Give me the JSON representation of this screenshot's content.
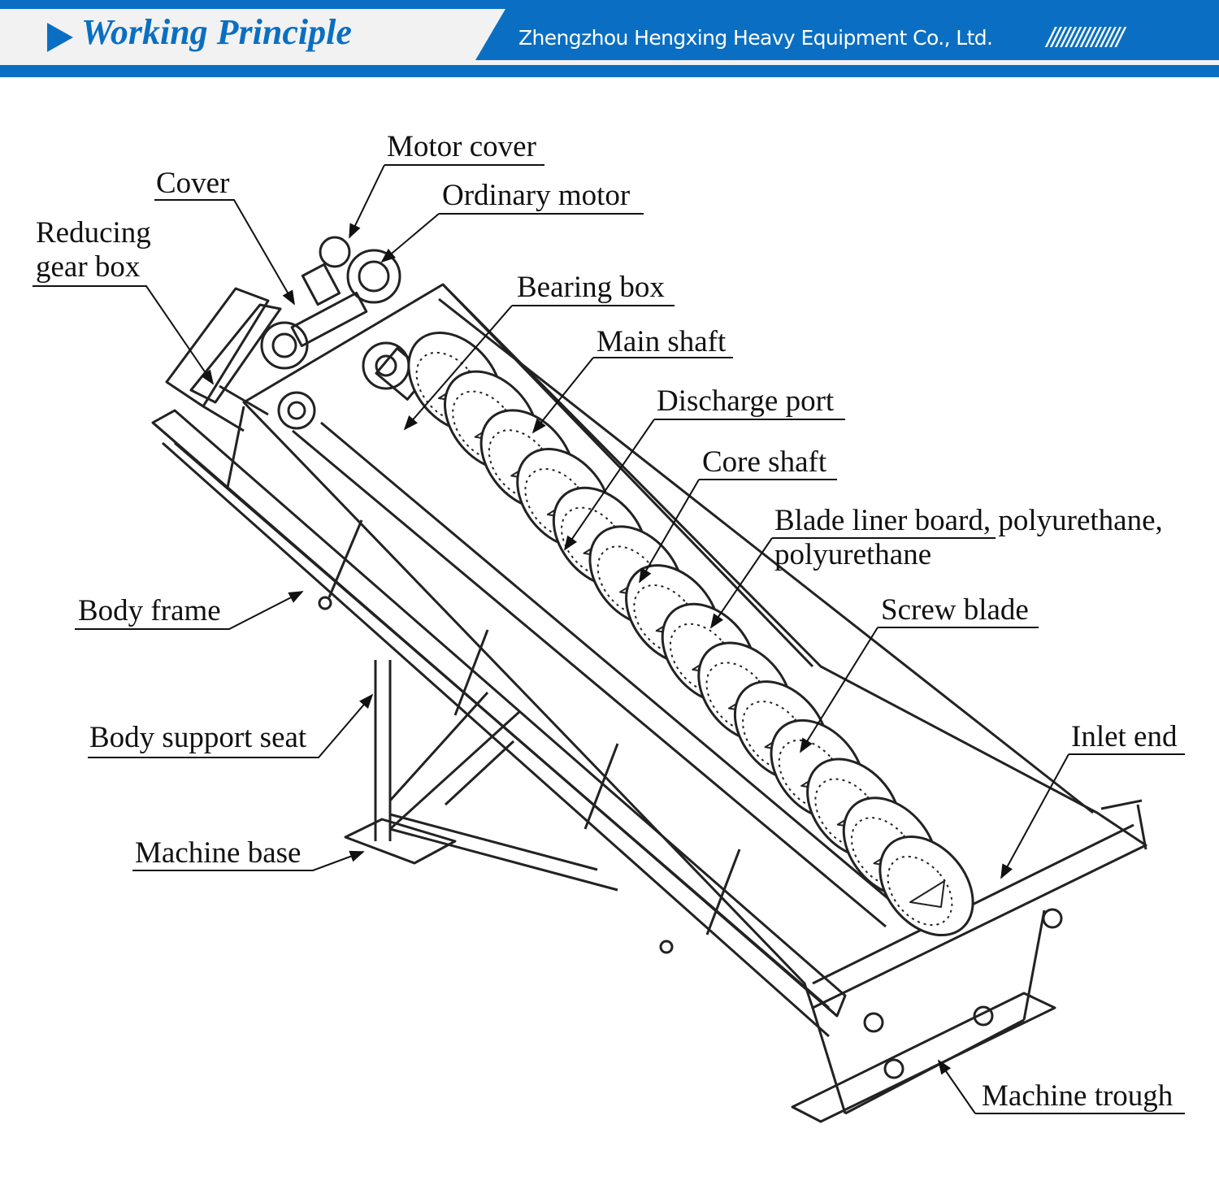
{
  "header": {
    "title": "Working Principle",
    "company": "Zhengzhou Hengxing Heavy Equipment Co., Ltd.",
    "decoration": "///////////////",
    "colors": {
      "band": "#0a6fc2",
      "title_bg": "#f2f2f2",
      "title_text": "#0a6fc2"
    }
  },
  "diagram": {
    "labels": {
      "motor_cover": "Motor cover",
      "cover": "Cover",
      "ordinary_motor": "Ordinary motor",
      "reducing_gear_box_1": "Reducing",
      "reducing_gear_box_2": "gear box",
      "bearing_box": "Bearing box",
      "main_shaft": "Main shaft",
      "discharge_port": "Discharge port",
      "core_shaft": "Core shaft",
      "blade_liner_1": "Blade liner board, polyurethane,",
      "blade_liner_2": "polyurethane",
      "screw_blade": "Screw blade",
      "body_frame": "Body frame",
      "body_support_seat": "Body support seat",
      "inlet_end": "Inlet end",
      "machine_base": "Machine base",
      "machine_trough": "Machine trough"
    }
  }
}
